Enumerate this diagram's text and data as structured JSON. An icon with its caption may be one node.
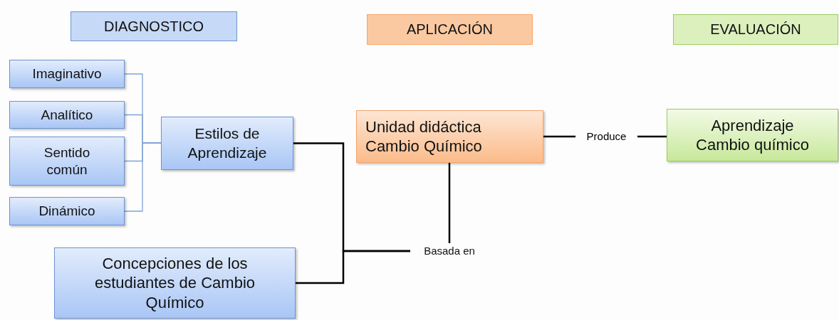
{
  "diagram": {
    "nodes": [
      {
        "text": [
          "DIAGNOSTICO"
        ]
      },
      {
        "text": [
          "APLICACIÓN"
        ]
      },
      {
        "text": [
          "EVALUACIÓN"
        ]
      },
      {
        "text": [
          "Imaginativo"
        ]
      },
      {
        "text": [
          "Analítico"
        ]
      },
      {
        "text": [
          "Sentido común"
        ]
      },
      {
        "text": [
          "Dinámico"
        ]
      },
      {
        "text": [
          "Estilos de Aprendizaje"
        ]
      },
      {
        "text": [
          "Concepciones de los estudiantes de Cambio Químico"
        ]
      },
      {
        "text": [
          "Unidad didáctica Cambio Químico"
        ]
      },
      {
        "text": [
          "Aprendizaje Cambio químico"
        ]
      },
      {
        "text": [
          "Basada en"
        ]
      }
    ],
    "edges": [
      {
        "from": 3,
        "to": 7,
        "arrow": "none",
        "color": "#7fa3d6"
      },
      {
        "from": 4,
        "to": 7,
        "arrow": "none",
        "color": "#7fa3d6"
      },
      {
        "from": 5,
        "to": 7,
        "arrow": "none",
        "color": "#7fa3d6"
      },
      {
        "from": 6,
        "to": 7,
        "arrow": "none",
        "color": "#7fa3d6"
      },
      {
        "from": 7,
        "to": 11,
        "arrow": "none",
        "color": "#000000"
      },
      {
        "from": 8,
        "to": 11,
        "arrow": "none",
        "color": "#000000"
      },
      {
        "from": 11,
        "to": 9,
        "arrow": "none",
        "color": "#000000"
      },
      {
        "from": 9,
        "to": 10,
        "label": "Produce",
        "arrow": "none",
        "color": "#000000"
      }
    ]
  }
}
